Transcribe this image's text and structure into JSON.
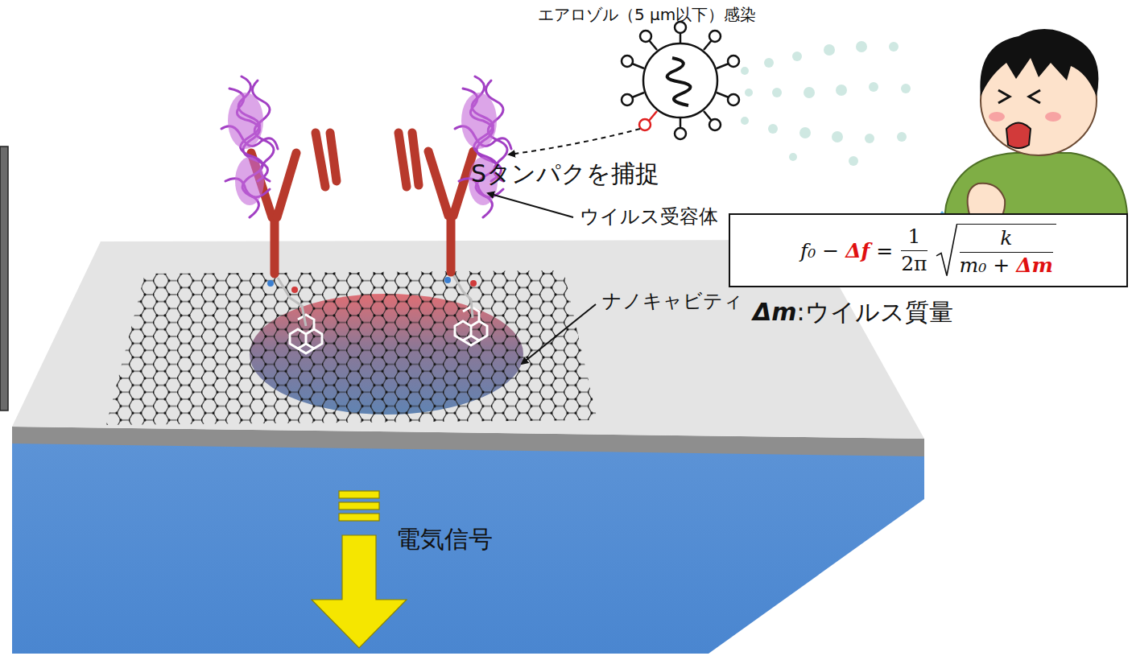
{
  "diagram": {
    "nodes": [
      {
        "text": [
          "f₀ − Δf =",
          "1",
          "2π",
          "k",
          "m₀ + Δm"
        ]
      }
    ],
    "labels": [
      "エアロゾル（5 µm以下）感染",
      "Sタンパクを捕捉",
      "ウイルス受容体",
      "ナノキャビティ",
      "電気信号",
      "Δm:ウイルス質量"
    ]
  }
}
